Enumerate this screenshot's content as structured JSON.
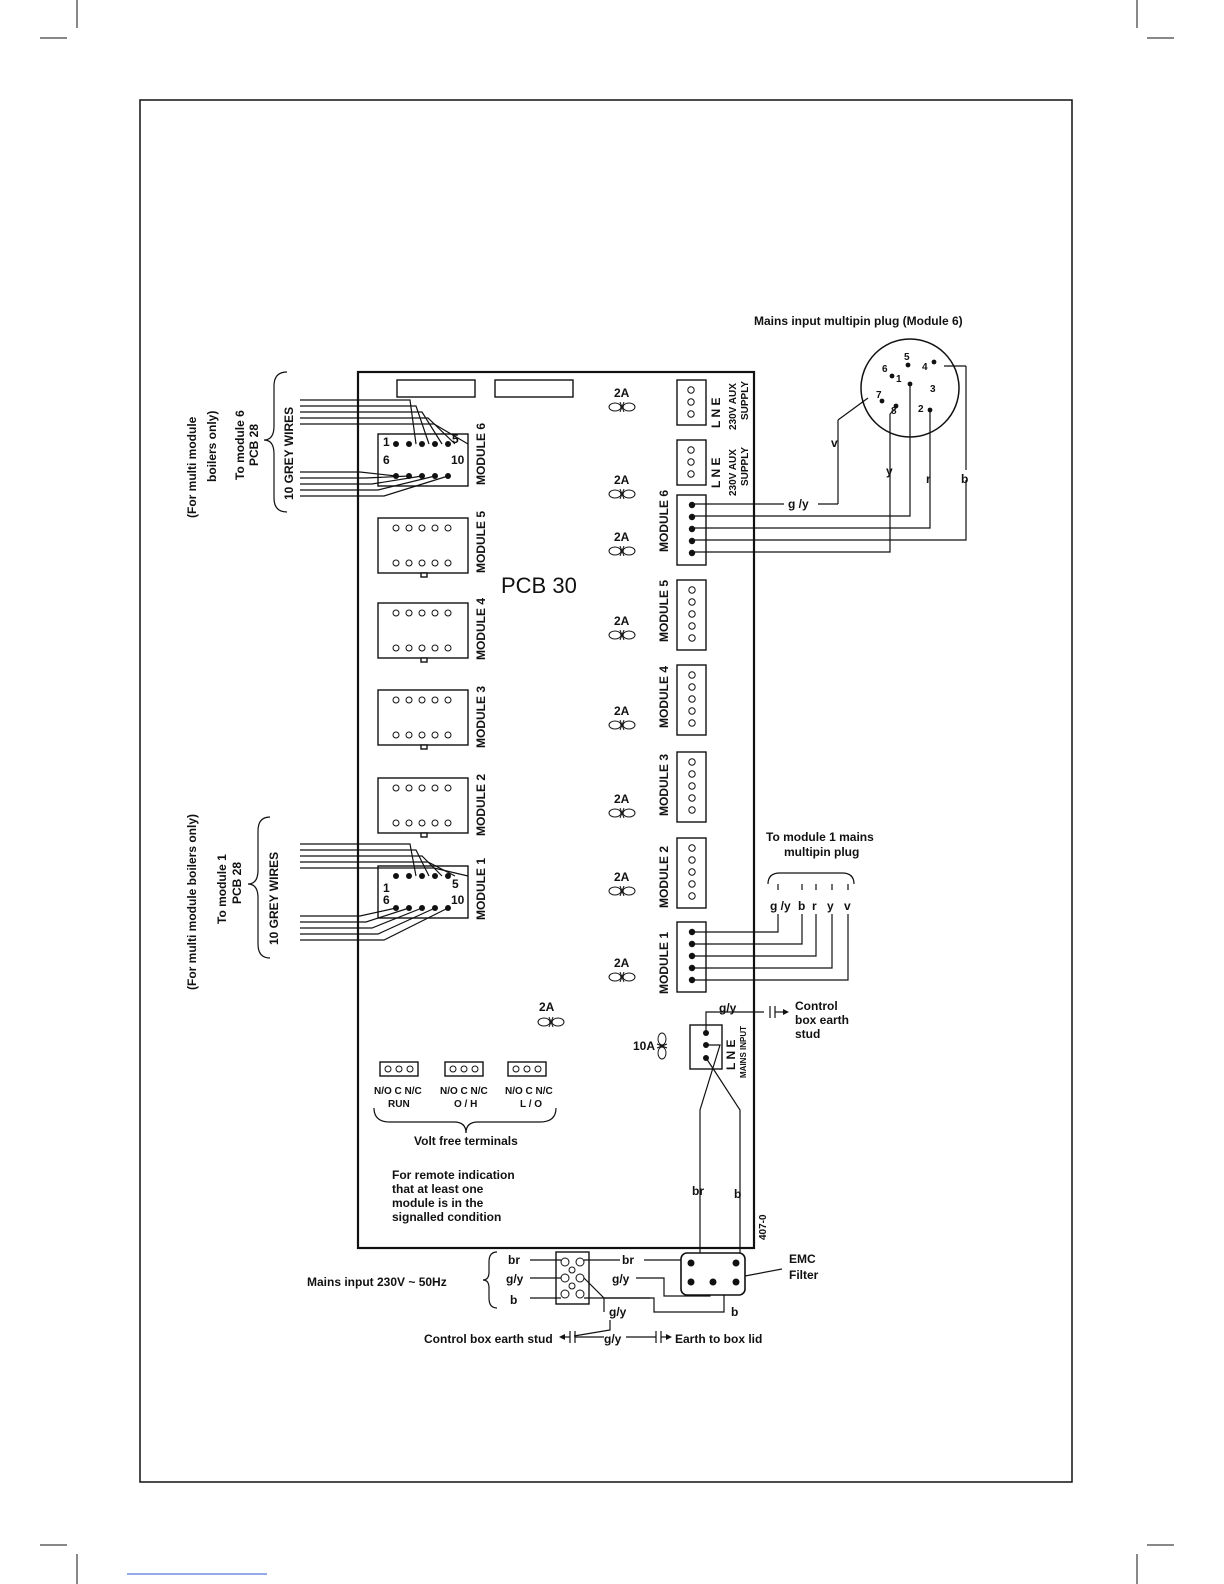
{
  "board": {
    "title": "PCB 30",
    "ref": "407-0"
  },
  "fuses": {
    "rating_2a": "2A",
    "rating_10a": "10A"
  },
  "module_labels": [
    "MODULE 1",
    "MODULE 2",
    "MODULE 3",
    "MODULE 4",
    "MODULE 5",
    "MODULE 6"
  ],
  "aux_supply": {
    "lne": "L N E",
    "label_line1": "230V AUX",
    "label_line2": "SUPPLY"
  },
  "mains_input_block": {
    "lne": "L N E",
    "label": "MAINS INPUT"
  },
  "grey_wires_top": {
    "note": "(For multi module",
    "note2": "boilers only)",
    "to_line1": "To module 6",
    "to_line2": "PCB 28",
    "wires": "10 GREY WIRES",
    "pin1": "1",
    "pin5": "5",
    "pin6": "6",
    "pin10": "10"
  },
  "grey_wires_bottom": {
    "note": "(For multi module boilers only)",
    "to_line1": "To module 1",
    "to_line2": "PCB 28",
    "wires": "10 GREY WIRES",
    "pin1": "1",
    "pin5": "5",
    "pin6": "6",
    "pin10": "10"
  },
  "multipin_plug": {
    "title": "Mains input multipin plug (Module 6)",
    "pins": [
      "1",
      "2",
      "3",
      "4",
      "5",
      "6",
      "7",
      "8"
    ],
    "wire_colours": [
      "g /y",
      "v",
      "y",
      "r",
      "b"
    ]
  },
  "module1_plug": {
    "title_line1": "To module 1 mains",
    "title_line2": "multipin plug",
    "wire_colours": [
      "g /y",
      "b",
      "r",
      "y",
      "v"
    ]
  },
  "earth": {
    "gy": "g/y",
    "control_line1": "Control",
    "control_line2": "box earth",
    "control_line3": "stud"
  },
  "volt_free": {
    "contact_labels": [
      "N/O C N/C",
      "N/O C N/C",
      "N/O C N/C"
    ],
    "groups": [
      "RUN",
      "O / H",
      "L / O"
    ],
    "title": "Volt free terminals",
    "note_lines": [
      "For remote indication",
      "that at least one",
      "module is in the",
      "signalled condition"
    ]
  },
  "mains_supply": {
    "label": "Mains input 230V ~ 50Hz",
    "br": "br",
    "gy": "g/y",
    "b": "b",
    "emc_line1": "EMC",
    "emc_line2": "Filter",
    "control_stud": "Control box earth stud",
    "box_lid": "Earth to box lid"
  }
}
